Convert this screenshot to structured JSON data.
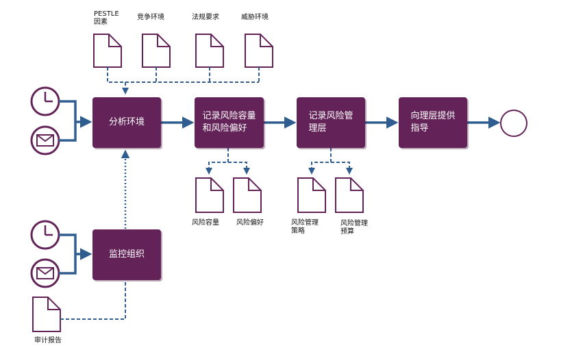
{
  "colors": {
    "process_box": "#632358",
    "arrow": "#2f5d8f",
    "icon_outline": "#632358"
  },
  "top_documents": [
    {
      "icon": "document-icon",
      "label": "PESTLE\n因素"
    },
    {
      "icon": "document-icon",
      "label": "竞争环境"
    },
    {
      "icon": "document-icon",
      "label": "法规要求"
    },
    {
      "icon": "document-icon",
      "label": "威胁环境"
    }
  ],
  "process_steps": [
    {
      "label": "分析环境"
    },
    {
      "label": "记录风险容量\n和风险偏好"
    },
    {
      "label": "记录风险管\n理层"
    },
    {
      "label": "向理层提供\n指导"
    }
  ],
  "monitor_step": {
    "label": "监控组织"
  },
  "output_documents": [
    {
      "icon": "document-icon",
      "label": "风险容量"
    },
    {
      "icon": "document-icon",
      "label": "风险偏好"
    },
    {
      "icon": "document-icon",
      "label": "风险管理\n策略"
    },
    {
      "icon": "document-icon",
      "label": "风险管理\n预算"
    }
  ],
  "audit_document": {
    "icon": "document-icon",
    "label": "审计报告"
  },
  "trigger_icons": [
    "clock-icon",
    "mail-icon",
    "clock-icon",
    "mail-icon"
  ],
  "end_icon": "end-circle-icon"
}
